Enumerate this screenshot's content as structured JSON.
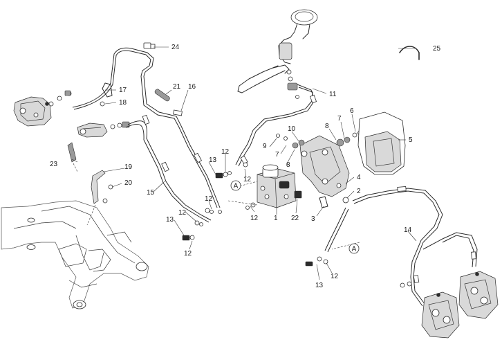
{
  "diagram": {
    "callouts": [
      "1",
      "2",
      "3",
      "4",
      "5",
      "6",
      "7",
      "7",
      "8",
      "8",
      "9",
      "10",
      "11",
      "12",
      "12",
      "12",
      "12",
      "12",
      "12",
      "12",
      "13",
      "13",
      "13",
      "14",
      "15",
      "16",
      "17",
      "18",
      "19",
      "20",
      "21",
      "22",
      "23",
      "24",
      "25"
    ],
    "connector_marks": [
      "A",
      "A"
    ]
  },
  "colors": {
    "line": "#2b2b2b",
    "background": "#ffffff",
    "shade": "#9a9a9a"
  }
}
